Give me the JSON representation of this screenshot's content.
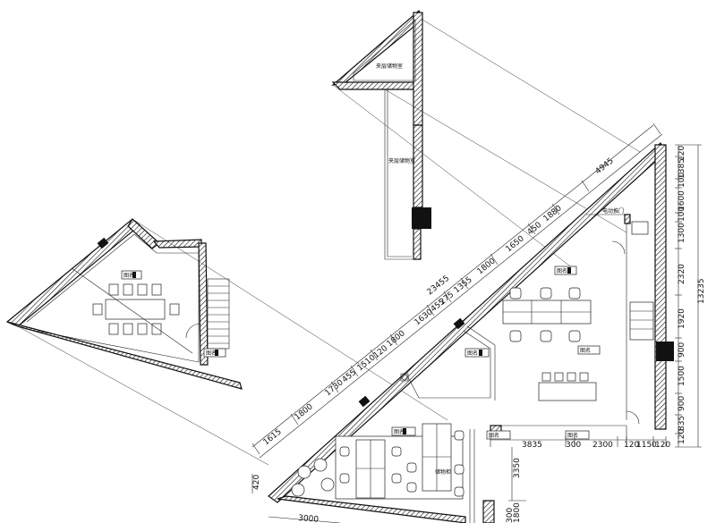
{
  "rooms": {
    "mezzanine_storage_top": "夹层储物室",
    "mezzanine_storage_bottom": "夹层储物室",
    "sliding_door": "电动推门",
    "storage_cabinet": "储物柜"
  },
  "dimensions": {
    "diagonal_segments": [
      "1615",
      "1800",
      "1730",
      "455",
      "1510",
      "120",
      "1800",
      "1630",
      "455",
      "275",
      "1355",
      "1800",
      "1650",
      "450",
      "1880"
    ],
    "diagonal_total": "23455",
    "diagonal_upper": "4945",
    "right_vertical": [
      "120",
      "1385",
      "100",
      "1600",
      "100",
      "1300",
      "2320",
      "1920",
      "900",
      "1500",
      "900",
      "835",
      "120"
    ],
    "right_total": "13235",
    "bottom_horizontal": [
      "3835",
      "300",
      "2300",
      "120",
      "1150",
      "120"
    ],
    "bottom_left": "3000",
    "left_small": "420",
    "vertical_mid": "3350",
    "vertical_bottom": "1800",
    "vertical_bottom_2": "300"
  },
  "tags": [
    "图名",
    "图名",
    "图名",
    "图名",
    "图名",
    "图名",
    "图名",
    "图名"
  ]
}
